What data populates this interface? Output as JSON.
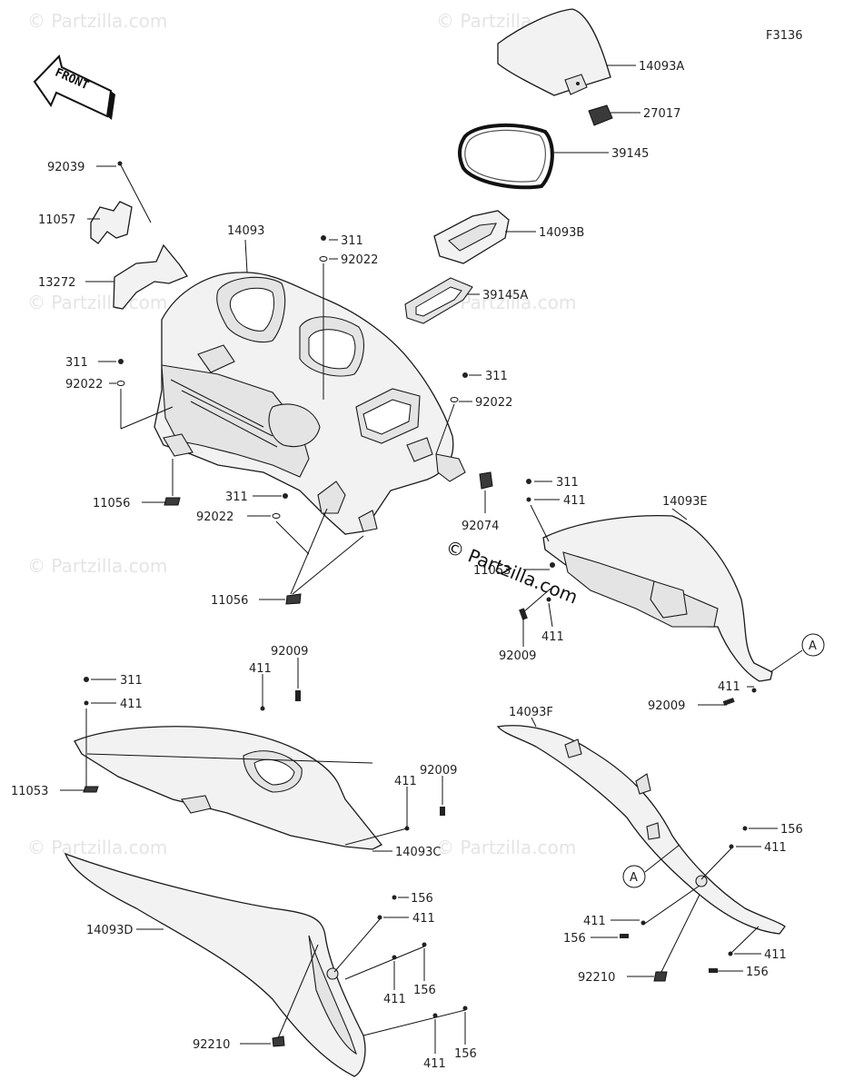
{
  "figure_code": "F3136",
  "front_label": "FRONT",
  "copyright": "© Partzilla.com",
  "watermark": "© Partzilla.com",
  "callout_A": "A",
  "parts": {
    "p14093A": "14093A",
    "p27017": "27017",
    "p39145": "39145",
    "p14093B": "14093B",
    "p39145A": "39145A",
    "p14093": "14093",
    "p92039": "92039",
    "p11057": "11057",
    "p13272": "13272",
    "p311": "311",
    "p92022": "92022",
    "p11056": "11056",
    "p92074": "92074",
    "p14093E": "14093E",
    "p411": "411",
    "p11053": "11053",
    "p92009": "92009",
    "p14093C": "14093C",
    "p14093D": "14093D",
    "p14093F": "14093F",
    "p156": "156",
    "p92210": "92210"
  }
}
